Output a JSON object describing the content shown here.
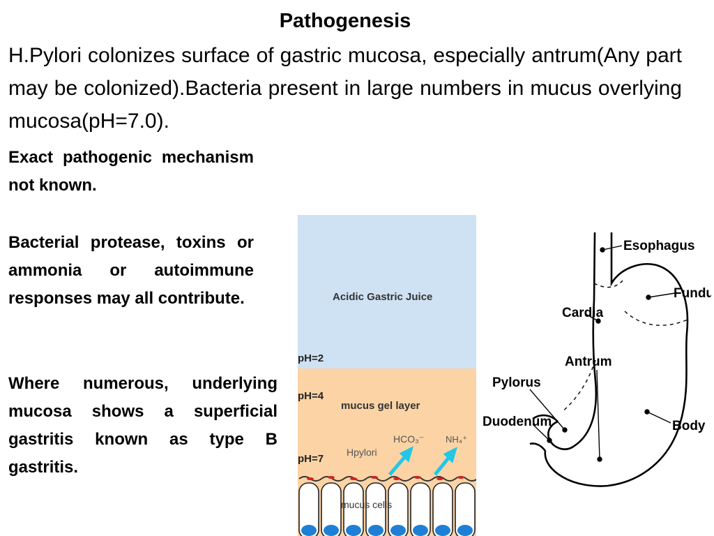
{
  "slide": {
    "title": "Pathogenesis",
    "intro": "H.Pylori colonizes surface of gastric mucosa, especially antrum(Any part may be colonized).Bacteria present in large numbers in mucus overlying  mucosa(pH=7.0).",
    "bullets": [
      "Exact pathogenic mechanism not known.",
      "Bacterial protease, toxins or ammonia or autoimmune responses may all contribute.",
      "Where numerous, underlying mucosa shows a superficial gastritis known as  type B gastritis."
    ]
  },
  "mucus_figure": {
    "acid_label": "Acidic Gastric Juice",
    "ph2": "pH=2",
    "ph4": "pH=4",
    "ph7": "pH=7",
    "gel_label": "mucus gel layer",
    "hpylori": "Hpylori",
    "hco3": "HCO₃⁻",
    "nh4": "NH₄⁺",
    "cells_label": "mucus cells",
    "colors": {
      "acid": "#cfe2f3",
      "gel": "#fbd3a5",
      "arrow": "#22c7e6",
      "cell_nucleus": "#1e7fd6"
    }
  },
  "stomach_figure": {
    "labels": {
      "esophagus": "Esophagus",
      "fundus": "Fundus",
      "cardia": "Cardia",
      "antrum": "Antrum",
      "pylorus": "Pylorus",
      "duodenum": "Duodenum",
      "body": "Body"
    }
  }
}
